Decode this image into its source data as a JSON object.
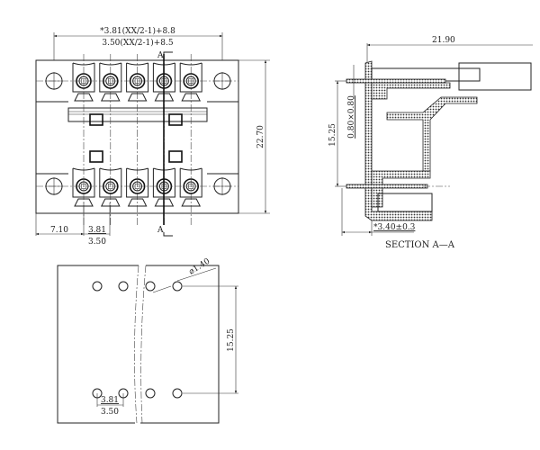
{
  "front_view": {
    "top_dim_star": "*3.81(XX/2-1)+8.8",
    "top_dim": "3.50(XX/2-1)+8.5",
    "height_dim": "22.70",
    "left_offset_dim": "7.10",
    "pitch_star": "3.81",
    "pitch": "3.50",
    "section_mark": "A",
    "positions_per_row": 5
  },
  "section_view": {
    "depth_dim": "21.90",
    "row_spacing_dim": "15.25",
    "pin_size_dim": "0.80×0.80",
    "hole_dim": "*3.40±0.3",
    "caption": "SECTION A—A"
  },
  "pcb_layout": {
    "hole_diameter": "⌀1.40",
    "row_spacing_dim": "15.25",
    "pitch_star": "3.81",
    "pitch": "3.50"
  }
}
